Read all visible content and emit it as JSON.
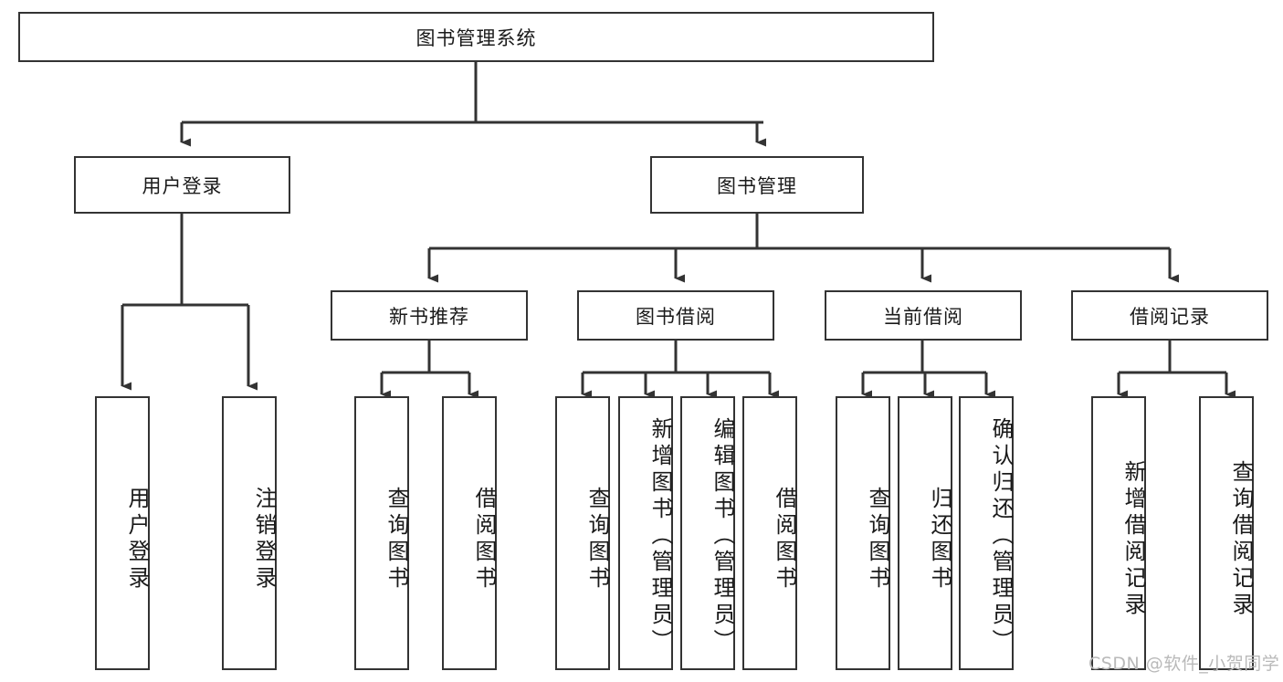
{
  "diagram": {
    "type": "tree-hierarchy-diagram",
    "title": "图书管理系统",
    "orientation": "top-down",
    "stroke_color": "#333333",
    "background_color": "#ffffff",
    "root": {
      "id": "root",
      "label": "图书管理系统"
    },
    "level2": [
      {
        "id": "user-login",
        "label": "用户登录"
      },
      {
        "id": "book-management",
        "label": "图书管理"
      }
    ],
    "level3": [
      {
        "id": "new-book-recommend",
        "label": "新书推荐",
        "parent": "book-management"
      },
      {
        "id": "book-borrow",
        "label": "图书借阅",
        "parent": "book-management"
      },
      {
        "id": "current-borrow",
        "label": "当前借阅",
        "parent": "book-management"
      },
      {
        "id": "borrow-record",
        "label": "借阅记录",
        "parent": "book-management"
      }
    ],
    "leaves": {
      "user_login": [
        {
          "id": "leaf-user-login",
          "label": "用户登录"
        },
        {
          "id": "leaf-logout",
          "label": "注销登录"
        }
      ],
      "new_book_recommend": [
        {
          "id": "leaf-query-book-1",
          "label": "查询图书"
        },
        {
          "id": "leaf-borrow-book-1",
          "label": "借阅图书"
        }
      ],
      "book_borrow": [
        {
          "id": "leaf-query-book-2",
          "label": "查询图书"
        },
        {
          "id": "leaf-add-book",
          "label": "新增图书（管理员）"
        },
        {
          "id": "leaf-edit-book",
          "label": "编辑图书（管理员）"
        },
        {
          "id": "leaf-borrow-book-2",
          "label": "借阅图书"
        }
      ],
      "current_borrow": [
        {
          "id": "leaf-query-book-3",
          "label": "查询图书"
        },
        {
          "id": "leaf-return-book",
          "label": "归还图书"
        },
        {
          "id": "leaf-confirm-return",
          "label": "确认归还（管理员）"
        }
      ],
      "borrow_record": [
        {
          "id": "leaf-add-record",
          "label": "新增借阅记录"
        },
        {
          "id": "leaf-query-record",
          "label": "查询借阅记录"
        }
      ]
    }
  },
  "watermark": {
    "text": "CSDN @软件_小贺同学"
  }
}
